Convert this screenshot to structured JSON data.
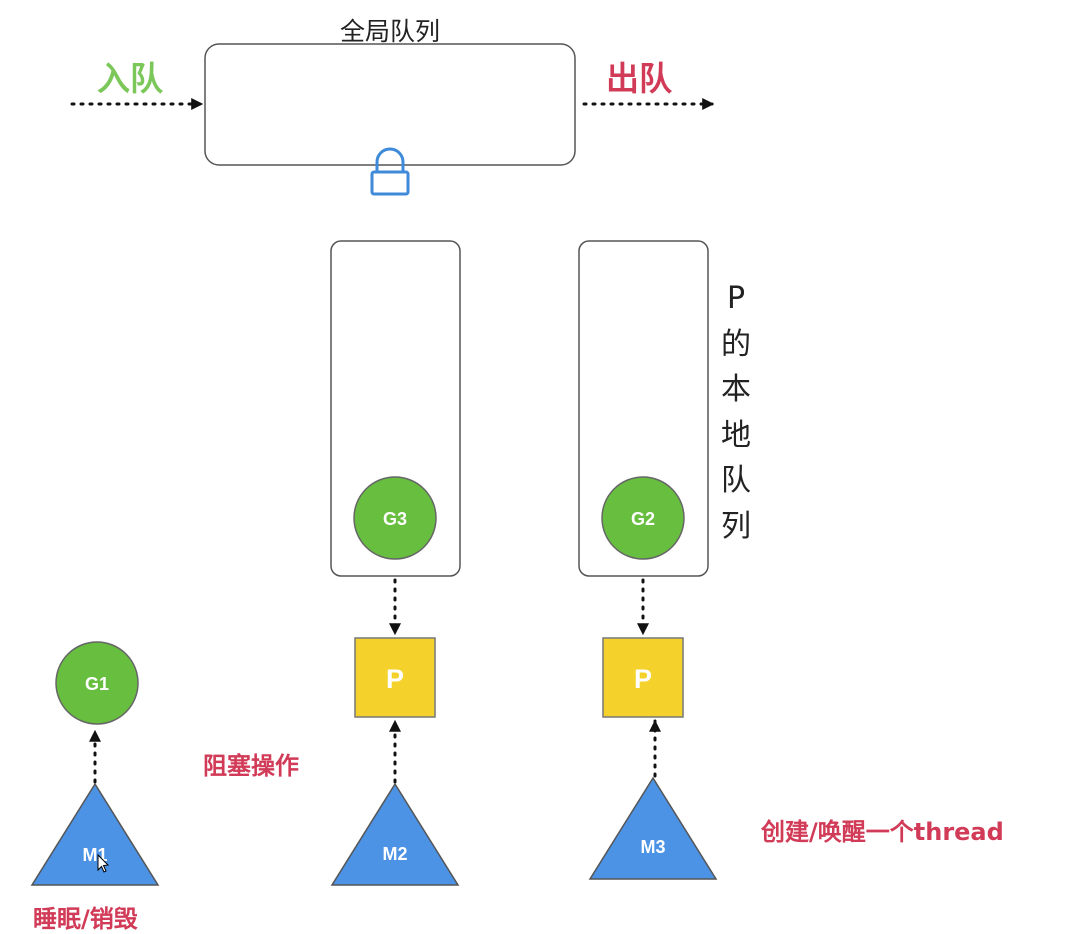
{
  "global_queue": {
    "title": "全局队列",
    "enqueue_label": "入队",
    "dequeue_label": "出队",
    "lock_icon": "lock-icon"
  },
  "local_queue": {
    "title": "P的本地队列"
  },
  "goroutines": {
    "g1": "G1",
    "g2": "G2",
    "g3": "G3"
  },
  "processors": {
    "p_left": "P",
    "p_right": "P"
  },
  "threads": {
    "m1": "M1",
    "m2": "M2",
    "m3": "M3"
  },
  "annotations": {
    "blocking": "阻塞操作",
    "create_wake": "创建/唤醒一个thread",
    "sleep_destroy": "睡眠/销毁"
  },
  "colors": {
    "goroutine_fill": "#67be3f",
    "goroutine_stroke": "#666666",
    "processor_fill": "#f4d22b",
    "processor_stroke": "#777777",
    "thread_fill": "#4c92e5",
    "thread_stroke": "#555555",
    "lock": "#3f8bd9",
    "enqueue": "#7cc75a",
    "highlight_red": "#d13b57"
  }
}
